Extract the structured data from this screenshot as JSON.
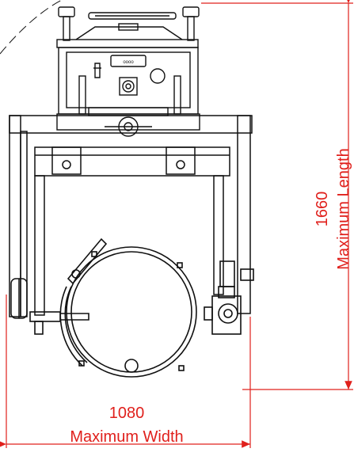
{
  "title": "",
  "dimensions": {
    "width": {
      "value": "1080",
      "label": "Maximum Width"
    },
    "length": {
      "value": "1660",
      "label": "Maximum Length"
    }
  },
  "colors": {
    "dimension": "#e0201c",
    "line": "#111111"
  }
}
